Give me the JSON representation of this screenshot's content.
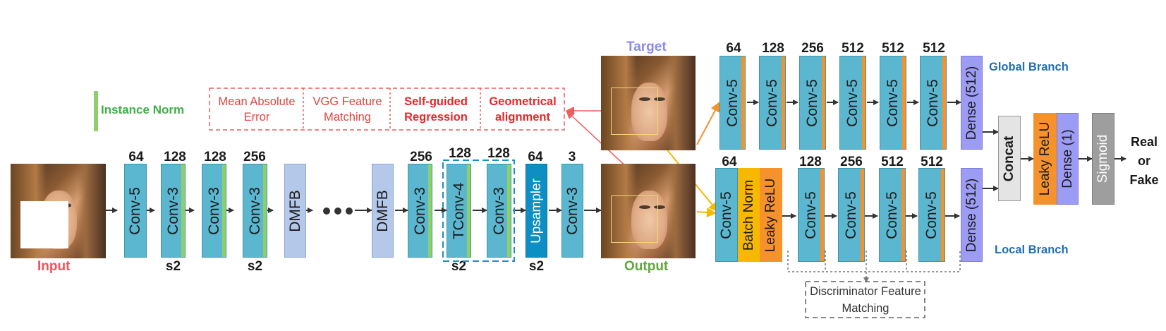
{
  "legend": {
    "instance_norm": "Instance Norm"
  },
  "losses": {
    "mae": "Mean Absolute Error",
    "vgg": "VGG Feature Matching",
    "self_guided": "Self-guided Regression",
    "geometrical": "Geometrical alignment"
  },
  "generator": {
    "input_label": "Input",
    "output_label": "Output",
    "target_label": "Target",
    "layers": [
      {
        "name": "Conv-5",
        "channels": "64",
        "stride": ""
      },
      {
        "name": "Conv-3",
        "channels": "128",
        "stride": "s2"
      },
      {
        "name": "Conv-3",
        "channels": "128",
        "stride": ""
      },
      {
        "name": "Conv-3",
        "channels": "256",
        "stride": "s2"
      },
      {
        "name": "DMFB",
        "channels": "",
        "stride": ""
      },
      {
        "name": "DMFB",
        "channels": "",
        "stride": ""
      },
      {
        "name": "Conv-3",
        "channels": "256",
        "stride": ""
      },
      {
        "name": "TConv-4",
        "channels": "128",
        "stride": "s2"
      },
      {
        "name": "Conv-3",
        "channels": "128",
        "stride": ""
      },
      {
        "name": "Upsampler",
        "channels": "64",
        "stride": "s2"
      },
      {
        "name": "Conv-3",
        "channels": "3",
        "stride": ""
      }
    ]
  },
  "global_branch": {
    "label": "Global Branch",
    "layers": [
      {
        "name": "Conv-5",
        "channels": "64"
      },
      {
        "name": "Conv-5",
        "channels": "128"
      },
      {
        "name": "Conv-5",
        "channels": "256"
      },
      {
        "name": "Conv-5",
        "channels": "512"
      },
      {
        "name": "Conv-5",
        "channels": "512"
      },
      {
        "name": "Conv-5",
        "channels": "512"
      }
    ],
    "dense": "Dense (512)"
  },
  "local_branch": {
    "label": "Local Branch",
    "first": {
      "conv": "Conv-5",
      "batch_norm": "Batch Norm",
      "leaky_relu": "Leaky ReLU",
      "channels": "64"
    },
    "layers": [
      {
        "name": "Conv-5",
        "channels": "128"
      },
      {
        "name": "Conv-5",
        "channels": "256"
      },
      {
        "name": "Conv-5",
        "channels": "512"
      },
      {
        "name": "Conv-5",
        "channels": "512"
      }
    ],
    "dense": "Dense (512)"
  },
  "head": {
    "concat": "Concat",
    "leaky_relu": "Leaky ReLU",
    "dense": "Dense (1)",
    "sigmoid": "Sigmoid",
    "result": "Real or Fake"
  },
  "disc_feature_matching": "Discriminator Feature Matching",
  "colors": {
    "conv": "#5bb6d0",
    "instance_norm": "#8fcf6a",
    "dmfb": "#b4c8ea",
    "upsampler": "#0e8fc3",
    "batch_norm": "#f7b800",
    "leaky_relu": "#f6922b",
    "dense": "#9c9cf4",
    "sigmoid": "#9e9e9e",
    "input_label": "#f0545a",
    "output_label": "#5fa83a",
    "target_label": "#8a8aee",
    "branch_label": "#1f6fb5",
    "loss_red": "#e8262a"
  }
}
